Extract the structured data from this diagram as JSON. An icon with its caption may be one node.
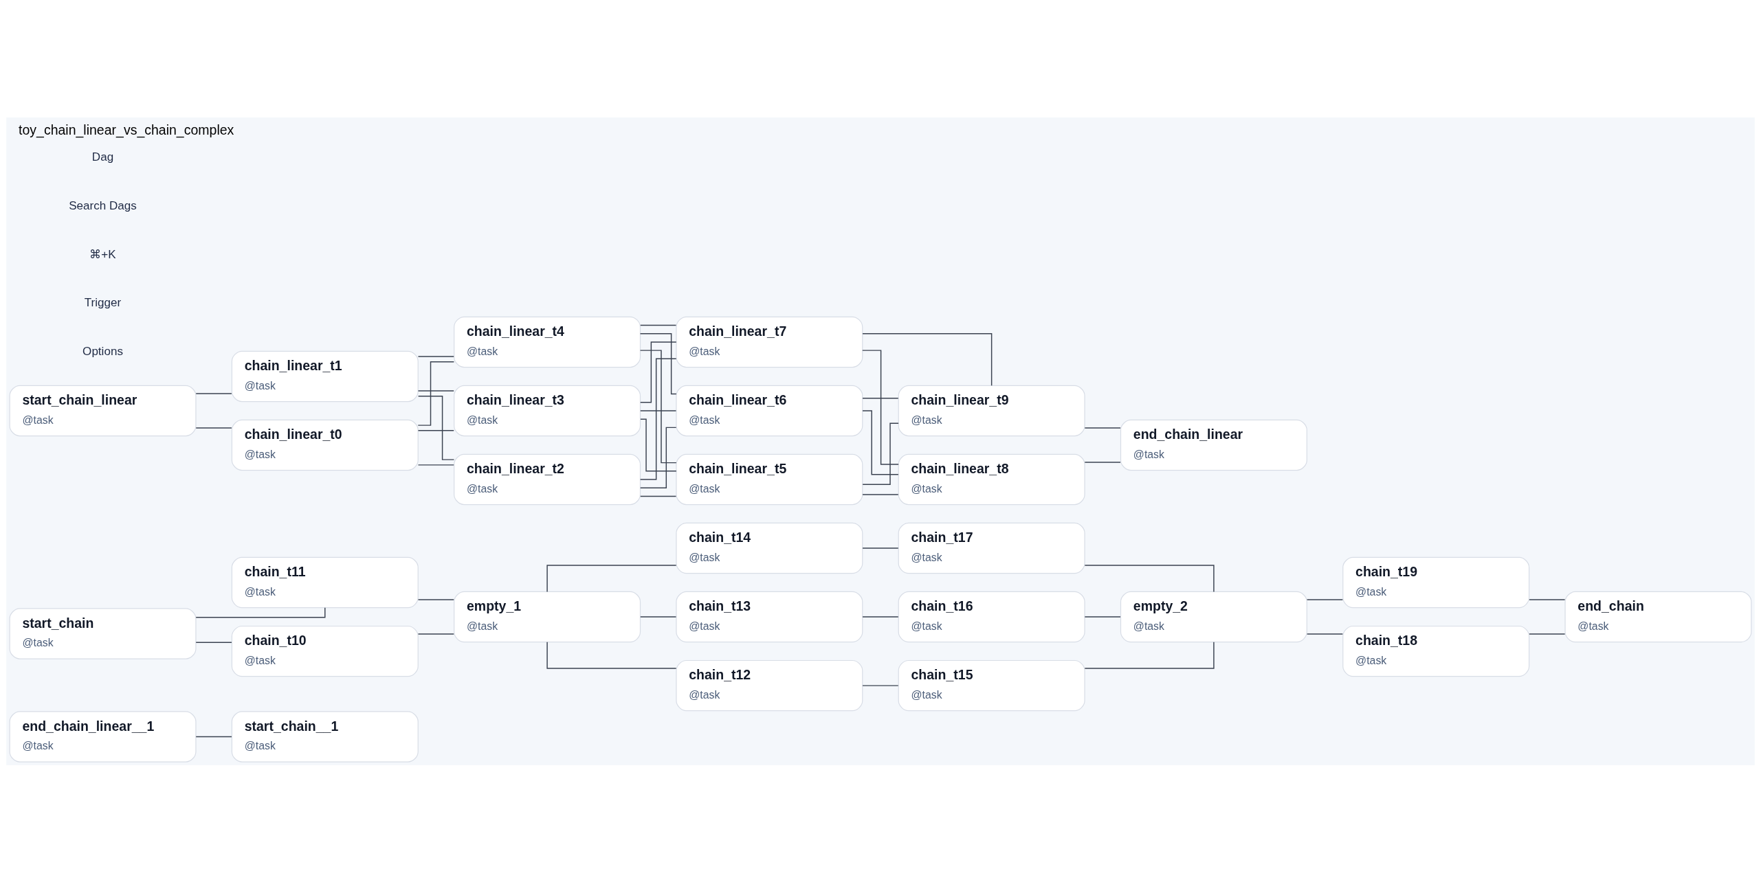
{
  "diagram": {
    "title": "toy_chain_linear_vs_chain_complex",
    "nodes": [
      {
        "text": [
          "end_chain_linear__1",
          "@task"
        ]
      },
      {
        "text": [
          "start_chain__1",
          "@task"
        ]
      },
      {
        "text": [
          "chain_t11",
          "@task"
        ]
      },
      {
        "text": [
          "start_chain",
          "@task"
        ]
      },
      {
        "text": [
          "chain_t10",
          "@task"
        ]
      },
      {
        "text": [
          "empty_1",
          "@task"
        ]
      },
      {
        "text": [
          "chain_t14",
          "@task"
        ]
      },
      {
        "text": [
          "chain_t13",
          "@task"
        ]
      },
      {
        "text": [
          "chain_t12",
          "@task"
        ]
      },
      {
        "text": [
          "chain_t17",
          "@task"
        ]
      },
      {
        "text": [
          "chain_t16",
          "@task"
        ]
      },
      {
        "text": [
          "chain_t15",
          "@task"
        ]
      },
      {
        "text": [
          "empty_2",
          "@task"
        ]
      },
      {
        "text": [
          "chain_t19",
          "@task"
        ]
      },
      {
        "text": [
          "chain_t18",
          "@task"
        ]
      },
      {
        "text": [
          "end_chain",
          "@task"
        ]
      },
      {
        "text": [
          "chain_linear_t7",
          "@task"
        ]
      },
      {
        "text": [
          "chain_linear_t9",
          "@task"
        ]
      },
      {
        "text": [
          "chain_linear_t4",
          "@task"
        ]
      },
      {
        "text": [
          "chain_linear_t6",
          "@task"
        ]
      },
      {
        "text": [
          "chain_linear_t8",
          "@task"
        ]
      },
      {
        "text": [
          "end_chain_linear",
          "@task"
        ]
      },
      {
        "text": [
          "chain_linear_t1",
          "@task"
        ]
      },
      {
        "text": [
          "chain_linear_t3",
          "@task"
        ]
      },
      {
        "text": [
          "chain_linear_t5",
          "@task"
        ]
      },
      {
        "text": [
          "start_chain_linear",
          "@task"
        ]
      },
      {
        "text": [
          "chain_linear_t0",
          "@task"
        ]
      },
      {
        "text": [
          "chain_linear_t2",
          "@task"
        ]
      }
    ],
    "edges": [
      {
        "from": 0,
        "to": 1,
        "arrow": "none"
      },
      {
        "from": 3,
        "to": 2,
        "arrow": "none"
      },
      {
        "from": 3,
        "to": 4,
        "arrow": "none"
      },
      {
        "from": 2,
        "to": 5,
        "arrow": "none"
      },
      {
        "from": 4,
        "to": 5,
        "arrow": "none"
      },
      {
        "from": 5,
        "to": 6,
        "arrow": "none"
      },
      {
        "from": 5,
        "to": 7,
        "arrow": "none"
      },
      {
        "from": 5,
        "to": 8,
        "arrow": "none"
      },
      {
        "from": 6,
        "to": 9,
        "arrow": "none"
      },
      {
        "from": 7,
        "to": 10,
        "arrow": "none"
      },
      {
        "from": 8,
        "to": 11,
        "arrow": "none"
      },
      {
        "from": 9,
        "to": 12,
        "arrow": "none"
      },
      {
        "from": 10,
        "to": 12,
        "arrow": "none"
      },
      {
        "from": 11,
        "to": 12,
        "arrow": "none"
      },
      {
        "from": 12,
        "to": 13,
        "arrow": "none"
      },
      {
        "from": 12,
        "to": 14,
        "arrow": "none"
      },
      {
        "from": 13,
        "to": 15,
        "arrow": "none"
      },
      {
        "from": 14,
        "to": 15,
        "arrow": "none"
      },
      {
        "from": 25,
        "to": 22,
        "arrow": "none"
      },
      {
        "from": 25,
        "to": 26,
        "arrow": "none"
      },
      {
        "from": 22,
        "to": 18,
        "arrow": "none"
      },
      {
        "from": 22,
        "to": 23,
        "arrow": "none"
      },
      {
        "from": 22,
        "to": 27,
        "arrow": "none"
      },
      {
        "from": 26,
        "to": 18,
        "arrow": "none"
      },
      {
        "from": 26,
        "to": 23,
        "arrow": "none"
      },
      {
        "from": 26,
        "to": 27,
        "arrow": "none"
      },
      {
        "from": 18,
        "to": 16,
        "arrow": "none"
      },
      {
        "from": 18,
        "to": 19,
        "arrow": "none"
      },
      {
        "from": 18,
        "to": 24,
        "arrow": "none"
      },
      {
        "from": 23,
        "to": 16,
        "arrow": "none"
      },
      {
        "from": 23,
        "to": 19,
        "arrow": "none"
      },
      {
        "from": 23,
        "to": 24,
        "arrow": "none"
      },
      {
        "from": 27,
        "to": 16,
        "arrow": "none"
      },
      {
        "from": 27,
        "to": 19,
        "arrow": "none"
      },
      {
        "from": 27,
        "to": 24,
        "arrow": "none"
      },
      {
        "from": 16,
        "to": 17,
        "arrow": "none"
      },
      {
        "from": 16,
        "to": 20,
        "arrow": "none"
      },
      {
        "from": 19,
        "to": 17,
        "arrow": "none"
      },
      {
        "from": 19,
        "to": 20,
        "arrow": "none"
      },
      {
        "from": 24,
        "to": 17,
        "arrow": "none"
      },
      {
        "from": 24,
        "to": 20,
        "arrow": "none"
      },
      {
        "from": 17,
        "to": 21,
        "arrow": "none"
      },
      {
        "from": 20,
        "to": 21,
        "arrow": "none"
      }
    ],
    "labels": [
      "Dag",
      "Search Dags",
      "⌘+K",
      "Trigger",
      "Options"
    ]
  }
}
